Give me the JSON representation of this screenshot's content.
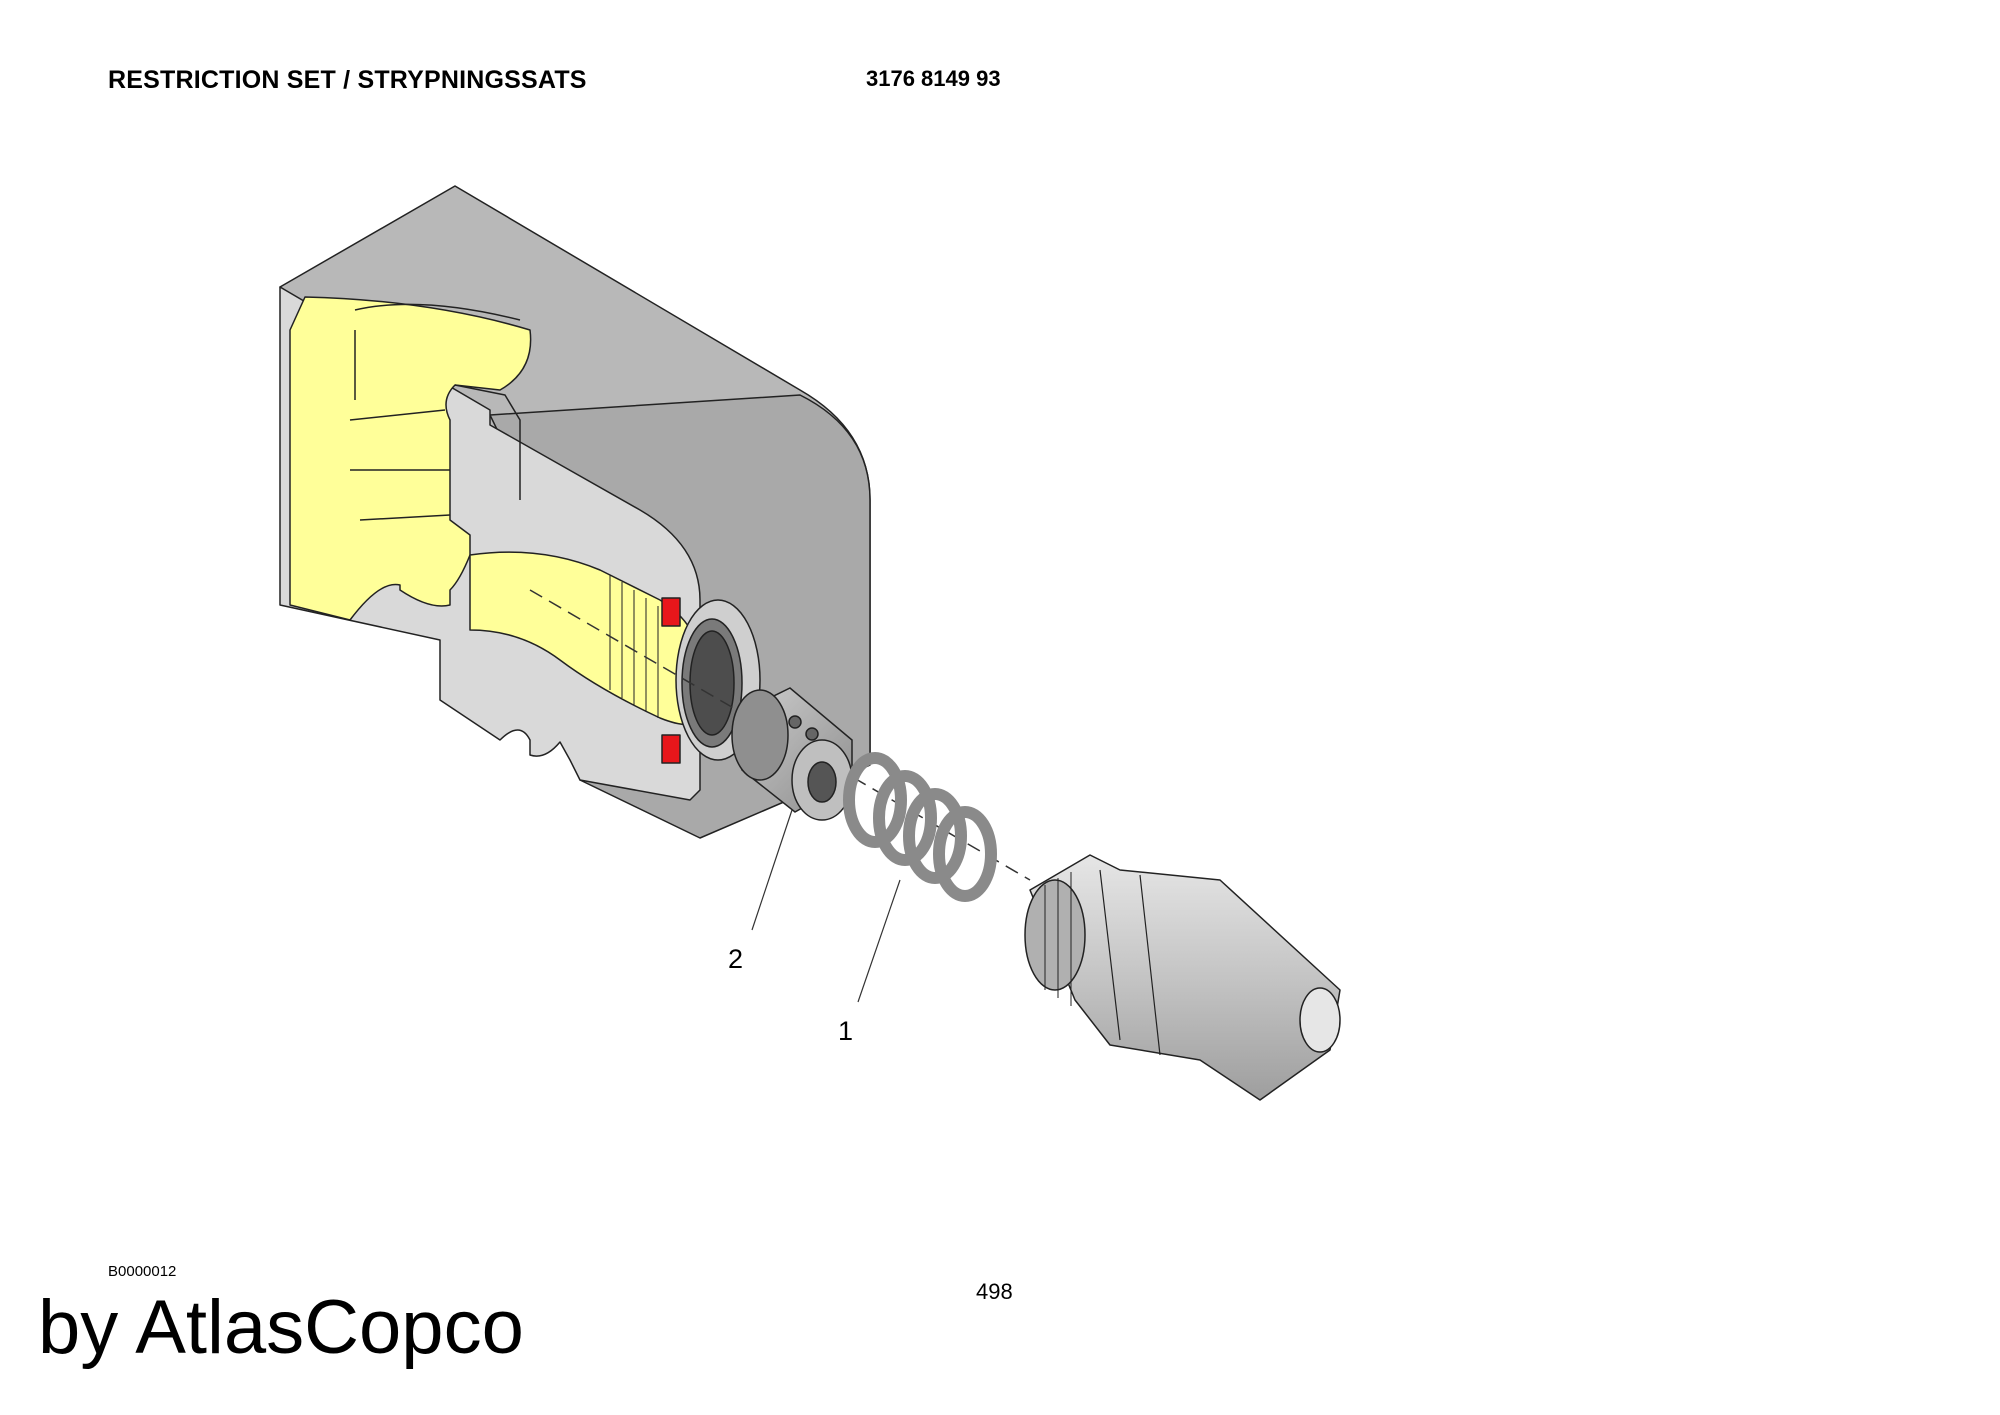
{
  "header": {
    "title": "RESTRICTION SET / STRYPNINGSSATS",
    "part_number": "3176 8149 93"
  },
  "illustration": {
    "callouts": [
      "2",
      "1"
    ],
    "colors": {
      "body_light": "#d9d9d9",
      "body_dark": "#a8a8a8",
      "passage": "#ffff99",
      "seal": "#e8161b",
      "part_grey": "#9a9a9a"
    }
  },
  "footer": {
    "drawing_code": "B0000012",
    "page_number": "498",
    "brand": "by AtlasCopco"
  }
}
